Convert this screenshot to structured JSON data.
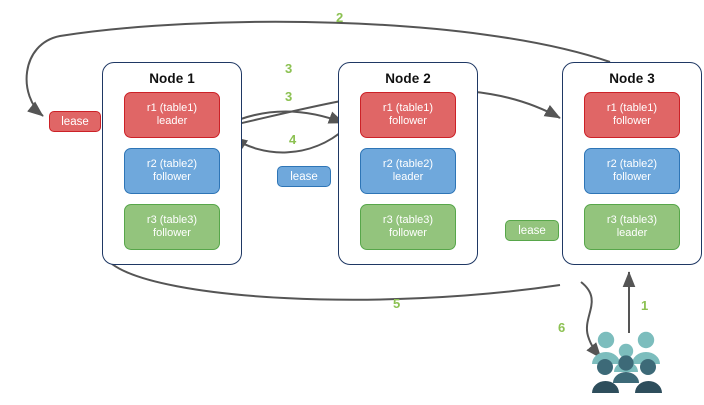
{
  "diagram": {
    "title": "raft-lease-replication-flow",
    "background": "#ffffff"
  },
  "colors": {
    "red_fill": "#e06666",
    "red_border": "#cc2127",
    "blue_fill": "#6fa8dc",
    "blue_border": "#2e75b6",
    "green_fill": "#93c47d",
    "green_border": "#57a64a",
    "node_border": "#1f3864",
    "arrow": "#555555",
    "step_label": "#8cc152",
    "people_light": "#7cbdbd",
    "people_dark": "#3d6a78",
    "people_darkest": "#2e4e5c"
  },
  "nodes": [
    {
      "id": "node-1",
      "title": "Node 1",
      "replicas": [
        {
          "name": "r1 (table1)",
          "role": "leader",
          "color": "red"
        },
        {
          "name": "r2 (table2)",
          "role": "follower",
          "color": "blue"
        },
        {
          "name": "r3 (table3)",
          "role": "follower",
          "color": "green"
        }
      ]
    },
    {
      "id": "node-2",
      "title": "Node 2",
      "replicas": [
        {
          "name": "r1 (table1)",
          "role": "follower",
          "color": "red"
        },
        {
          "name": "r2 (table2)",
          "role": "leader",
          "color": "blue"
        },
        {
          "name": "r3 (table3)",
          "role": "follower",
          "color": "green"
        }
      ]
    },
    {
      "id": "node-3",
      "title": "Node 3",
      "replicas": [
        {
          "name": "r1 (table1)",
          "role": "follower",
          "color": "red"
        },
        {
          "name": "r2 (table2)",
          "role": "follower",
          "color": "blue"
        },
        {
          "name": "r3 (table3)",
          "role": "leader",
          "color": "green"
        }
      ]
    }
  ],
  "leases": [
    {
      "id": "lease-r1",
      "label": "lease",
      "color": "red"
    },
    {
      "id": "lease-r2",
      "label": "lease",
      "color": "blue"
    },
    {
      "id": "lease-r3",
      "label": "lease",
      "color": "green"
    }
  ],
  "step_labels": [
    {
      "id": "step-1",
      "text": "1"
    },
    {
      "id": "step-2",
      "text": "2"
    },
    {
      "id": "step-3a",
      "text": "3"
    },
    {
      "id": "step-3b",
      "text": "3"
    },
    {
      "id": "step-4",
      "text": "4"
    },
    {
      "id": "step-5",
      "text": "5"
    },
    {
      "id": "step-6",
      "text": "6"
    }
  ],
  "people": {
    "icon": "people-group-icon",
    "figure_count": 6
  }
}
